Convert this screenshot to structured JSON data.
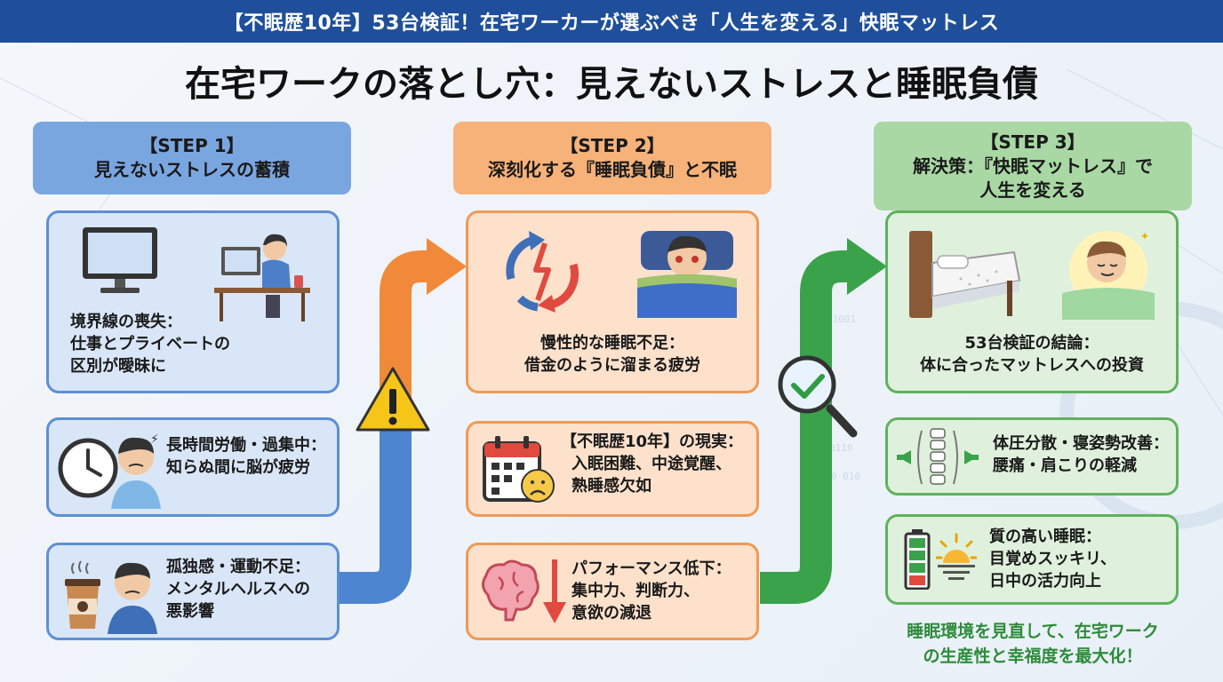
{
  "header": {
    "top_banner": "【不眠歴10年】53台検証！在宅ワーカーが選ぶべき「人生を変える」快眠マットレス",
    "main_title": "在宅ワークの落とし穴：見えないストレスと睡眠負債"
  },
  "steps": [
    {
      "label": "【STEP 1】",
      "title_lines": [
        "見えないストレスの蓄積"
      ],
      "cards": [
        {
          "lines": [
            "境界線の喪失：",
            "仕事とプライベートの",
            "区別が曖昧に"
          ]
        },
        {
          "lines": [
            "長時間労働・過集中：",
            "知らぬ間に脳が疲労"
          ]
        },
        {
          "lines": [
            "孤独感・運動不足：",
            "メンタルヘルスへの",
            "悪影響"
          ]
        }
      ]
    },
    {
      "label": "【STEP 2】",
      "title_lines": [
        "深刻化する『睡眠負債』と不眠"
      ],
      "cards": [
        {
          "lines": [
            "慢性的な睡眠不足：",
            "借金のように溜まる疲労"
          ]
        },
        {
          "lines": [
            "【不眠歴10年】の現実：",
            "入眠困難、中途覚醒、",
            "熟睡感欠如"
          ]
        },
        {
          "lines": [
            "パフォーマンス低下：",
            "集中力、判断力、",
            "意欲の減退"
          ]
        }
      ]
    },
    {
      "label": "【STEP 3】",
      "title_lines": [
        "解決策：『快眠マットレス』で",
        "人生を変える"
      ],
      "cards": [
        {
          "lines": [
            "53台検証の結論：",
            "体に合ったマットレスへの投資"
          ]
        },
        {
          "lines": [
            "体圧分散・寝姿勢改善：",
            "腰痛・肩こりの軽減"
          ]
        },
        {
          "lines": [
            "質の高い睡眠：",
            "目覚めスッキリ、",
            "日中の活力向上"
          ]
        }
      ]
    }
  ],
  "footer": {
    "lines": [
      "睡眠環境を見直して、在宅ワーク",
      "の生産性と幸福度を最大化！"
    ]
  },
  "icons": [
    "monitor-icon",
    "desk-worker-icon",
    "clock-icon",
    "stressed-person-icon",
    "coffee-cup-icon",
    "sad-person-icon",
    "cycle-arrows-icon",
    "sleepless-person-icon",
    "calendar-icon",
    "sad-face-icon",
    "brain-icon",
    "down-arrow-icon",
    "bed-icon",
    "sleeping-person-icon",
    "spine-icon",
    "battery-icon",
    "sunrise-icon",
    "warning-icon",
    "magnifier-check-icon"
  ],
  "colors": {
    "banner": "#1f4f9a",
    "step1": "#7aa6e0",
    "step2": "#f7b27a",
    "step3": "#a9d8a4",
    "footer_text": "#2e8b3a"
  }
}
